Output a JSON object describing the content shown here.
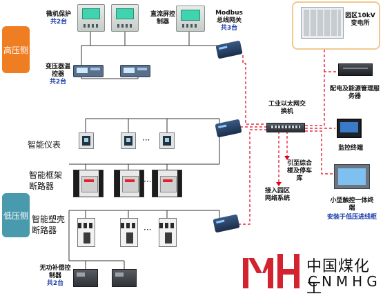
{
  "sides": {
    "high": "高压侧",
    "low": "低压侧"
  },
  "devices": {
    "relay_protect": {
      "name": "微机保护",
      "count": "共2台"
    },
    "dc_screen": {
      "name": "直流屏控制器"
    },
    "modbus_gw": {
      "name": "Modbus总线网关",
      "count": "共3台"
    },
    "transformer": {
      "name": "变压器温控器",
      "count": "共2台"
    },
    "meter": {
      "name": "智能仪表"
    },
    "acb": {
      "name": "智能框架断路器"
    },
    "mccb": {
      "name": "智能塑壳断路器"
    },
    "capacitor": {
      "name": "无功补偿控制器",
      "count": "共2台"
    },
    "switch": {
      "name": "工业以太网交换机"
    },
    "server": {
      "name": "配电及能源管理服务器"
    },
    "monitor_pc": {
      "name": "监控终端"
    },
    "hmi": {
      "name": "小型触控一体终端",
      "note": "安装于低压进线柜"
    },
    "substation": {
      "name": "园区10kV变电所"
    },
    "to_car": {
      "text": "引至综合楼及停车库"
    },
    "to_net": {
      "text": "接入园区网络系统"
    },
    "ellipsis": "···"
  },
  "logo": {
    "cn": "中国煤化工",
    "en": "CNMHG",
    "mark": "MH"
  },
  "colors": {
    "high_side": "#ef7d22",
    "low_side": "#4a9aad",
    "link": "#e3001b",
    "count_text": "#1a3ca8",
    "logo": "#d3232e"
  }
}
